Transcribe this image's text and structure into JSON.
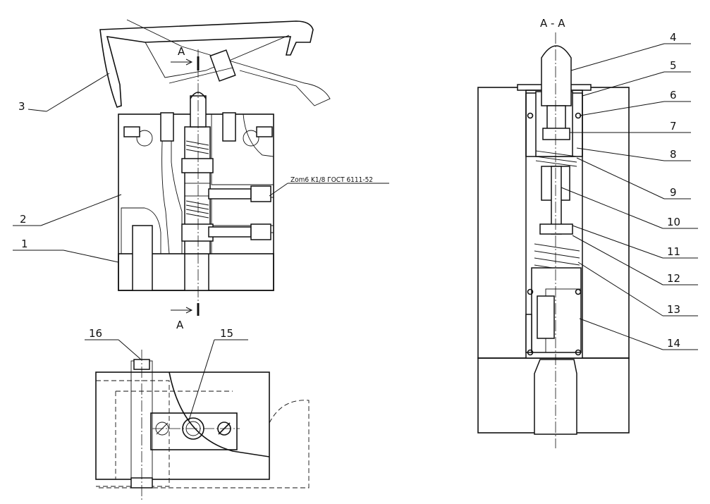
{
  "section_title": "A - A",
  "section_mark": "A",
  "thread_note": "Zom6 K1/8  ГОСТ 6111-52",
  "labels": {
    "n1": "1",
    "n2": "2",
    "n3": "3",
    "n4": "4",
    "n5": "5",
    "n6": "6",
    "n7": "7",
    "n8": "8",
    "n9": "9",
    "n10": "10",
    "n11": "11",
    "n12": "12",
    "n13": "13",
    "n14": "14",
    "n15": "15",
    "n16": "16"
  }
}
